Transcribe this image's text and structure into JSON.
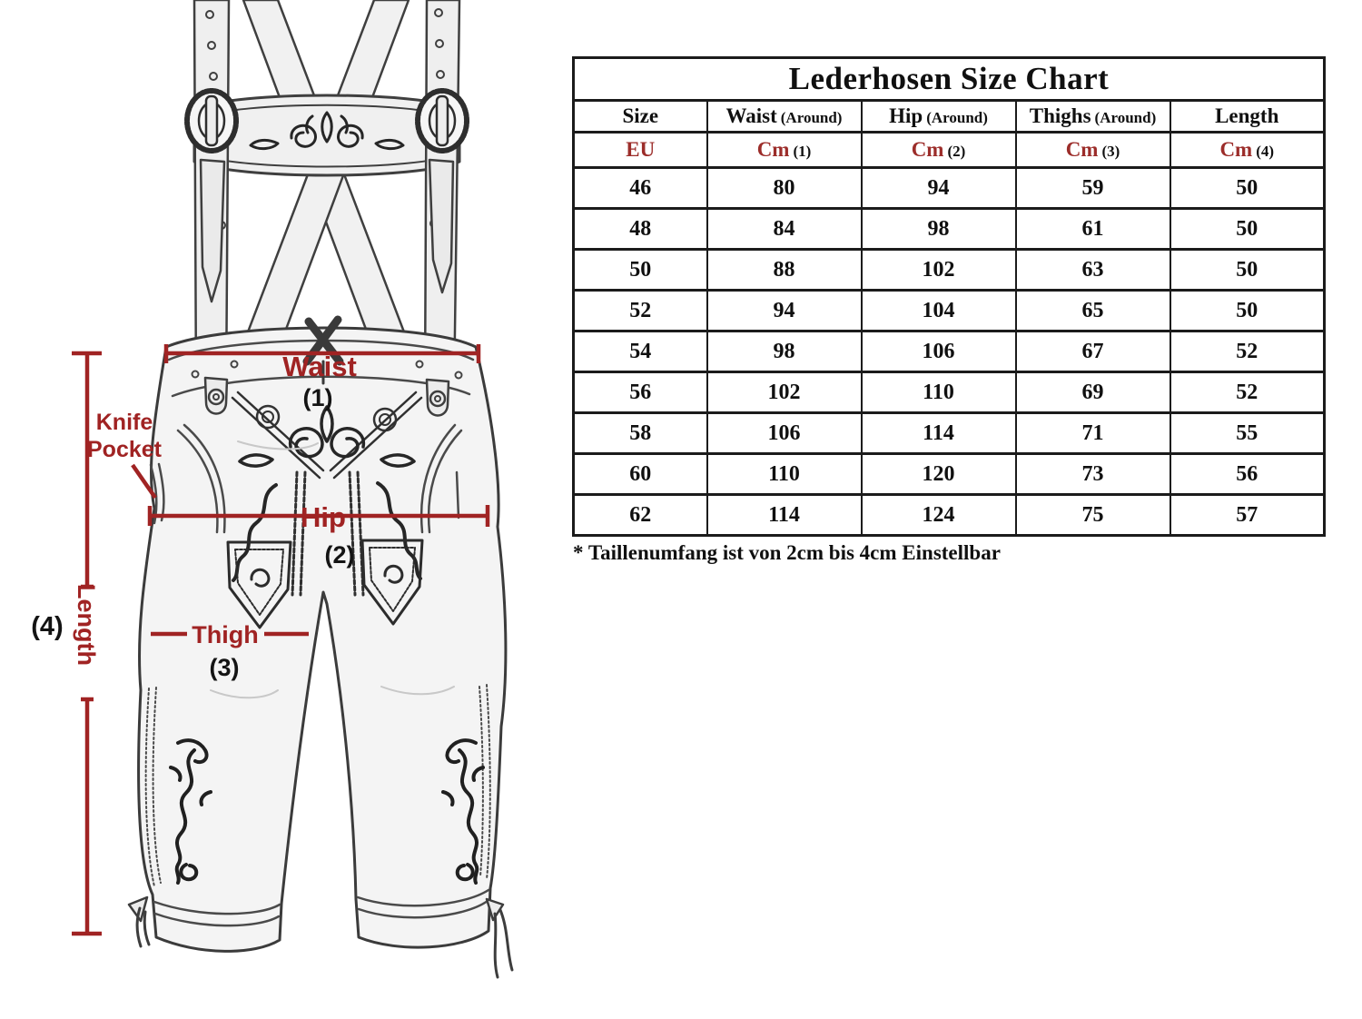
{
  "diagram": {
    "labels": {
      "waist": "Waist",
      "waist_num": "(1)",
      "hip": "Hip",
      "hip_num": "(2)",
      "thigh": "Thigh",
      "thigh_num": "(3)",
      "length": "Length",
      "length_num": "(4)",
      "knife_pocket": [
        "Knife",
        "Pocket"
      ]
    },
    "annotation_color": "#a02323"
  },
  "table": {
    "title": "Lederhosen Size Chart",
    "columns": [
      {
        "label": "Size",
        "sub": ""
      },
      {
        "label": "Waist",
        "sub": "(Around)"
      },
      {
        "label": "Hip",
        "sub": "(Around)"
      },
      {
        "label": "Thighs",
        "sub": "(Around)"
      },
      {
        "label": "Length",
        "sub": ""
      }
    ],
    "unit_row": [
      {
        "unit": "EU",
        "num": ""
      },
      {
        "unit": "Cm",
        "num": "(1)"
      },
      {
        "unit": "Cm",
        "num": "(2)"
      },
      {
        "unit": "Cm",
        "num": "(3)"
      },
      {
        "unit": "Cm",
        "num": "(4)"
      }
    ],
    "rows": [
      [
        "46",
        "80",
        "94",
        "59",
        "50"
      ],
      [
        "48",
        "84",
        "98",
        "61",
        "50"
      ],
      [
        "50",
        "88",
        "102",
        "63",
        "50"
      ],
      [
        "52",
        "94",
        "104",
        "65",
        "50"
      ],
      [
        "54",
        "98",
        "106",
        "67",
        "52"
      ],
      [
        "56",
        "102",
        "110",
        "69",
        "52"
      ],
      [
        "58",
        "106",
        "114",
        "71",
        "55"
      ],
      [
        "60",
        "110",
        "120",
        "73",
        "56"
      ],
      [
        "62",
        "114",
        "124",
        "75",
        "57"
      ]
    ],
    "footnote": "* Taillenumfang ist von 2cm bis 4cm Einstellbar",
    "colors": {
      "title_red": "#ad161b",
      "unit_red": "#9c2d2a",
      "border": "#1b1b1b"
    }
  }
}
